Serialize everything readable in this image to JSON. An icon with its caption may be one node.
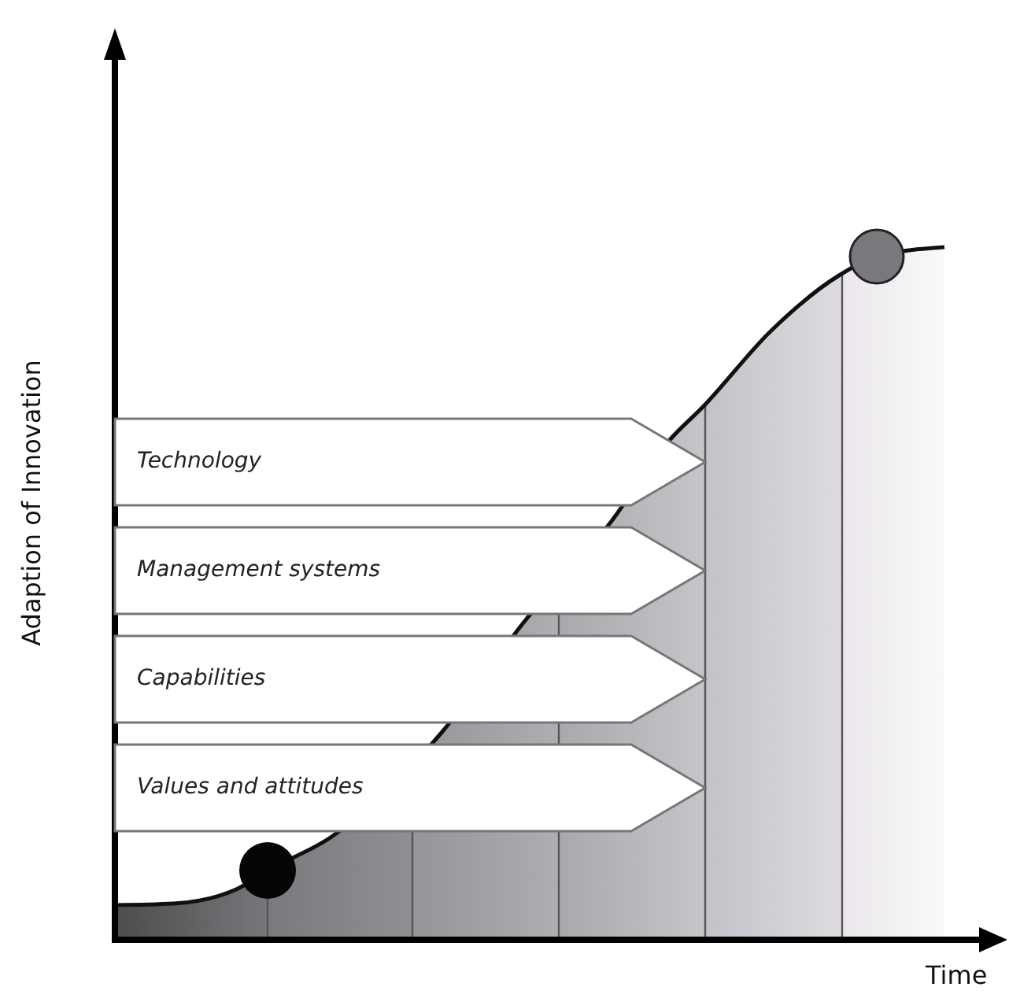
{
  "diagram": {
    "nodes": [
      {
        "text": [
          "Technology"
        ]
      },
      {
        "text": [
          "Management systems"
        ]
      },
      {
        "text": [
          "Capabilities"
        ]
      },
      {
        "text": [
          "Values and attitudes"
        ]
      }
    ],
    "labels": [
      "Adaption of Innovation",
      "Time"
    ]
  }
}
